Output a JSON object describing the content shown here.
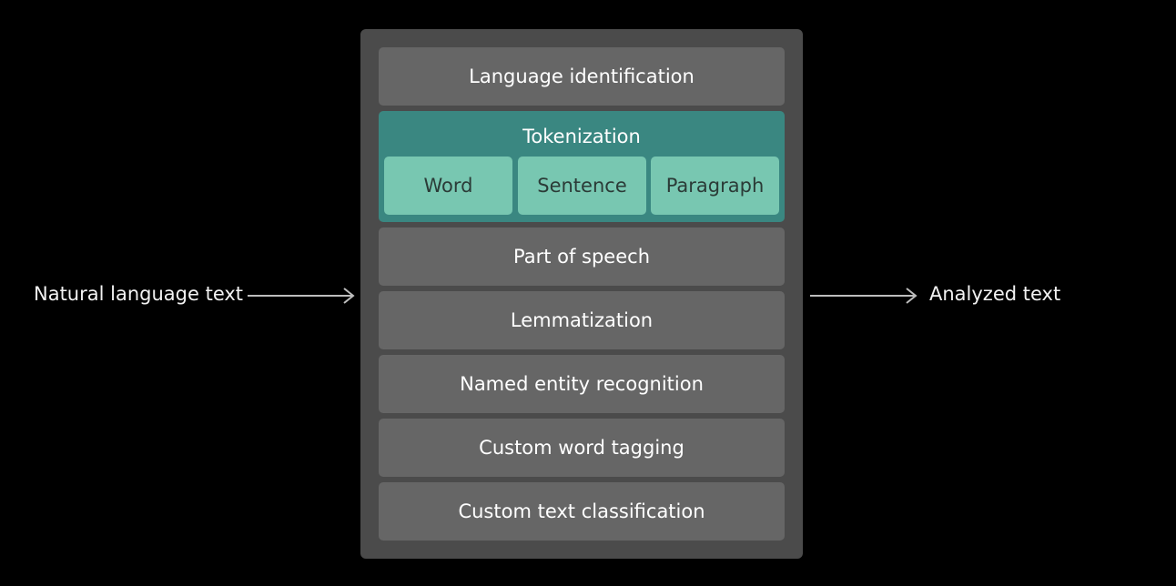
{
  "flow": {
    "input_label": "Natural language text",
    "output_label": "Analyzed text"
  },
  "stack": {
    "language_identification": "Language identification",
    "tokenization": {
      "title": "Tokenization",
      "units": [
        "Word",
        "Sentence",
        "Paragraph"
      ]
    },
    "part_of_speech": "Part of speech",
    "lemmatization": "Lemmatization",
    "named_entity_recognition": "Named entity recognition",
    "custom_word_tagging": "Custom word tagging",
    "custom_text_classification": "Custom text classification"
  },
  "colors": {
    "background": "#000000",
    "panel": "#4b4b4b",
    "block": "#666666",
    "tokenization": "#3a8781",
    "token_unit": "#78c7b1",
    "arrow": "#bdbdbd"
  },
  "icons": {
    "input_arrow": "arrow-right-icon",
    "output_arrow": "arrow-right-icon"
  }
}
